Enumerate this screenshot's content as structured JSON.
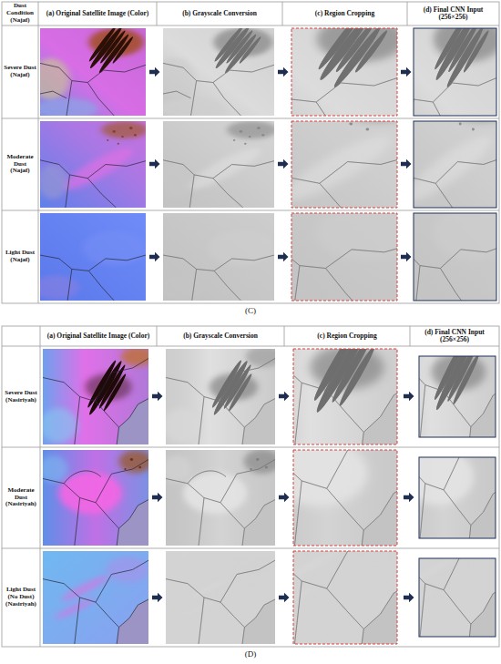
{
  "diagram": {
    "nodes": [
      {
        "text": [
          "Dust Condition (Najaf)"
        ]
      },
      {
        "text": [
          "(a) Original Satellite Image (Color)"
        ]
      },
      {
        "text": [
          "(b) Grayscale Conversion"
        ]
      },
      {
        "text": [
          "(c) Region Cropping"
        ]
      },
      {
        "text": [
          "(d) Final CNN Input (256×256)"
        ]
      },
      {
        "text": [
          "Severe Dust (Najaf)"
        ]
      },
      {
        "text": [
          "Moderate Dust (Najaf)"
        ]
      },
      {
        "text": [
          "Light Dust (Najaf)"
        ]
      },
      {
        "text": [
          "(a) Original Satellite Image (Color)"
        ]
      },
      {
        "text": [
          "(b) Grayscale Conversion"
        ]
      },
      {
        "text": [
          "(c) Region Cropping"
        ]
      },
      {
        "text": [
          "(d) Final CNN Input (256×256)"
        ]
      },
      {
        "text": [
          "Severe Dust (Nasiriyah)"
        ]
      },
      {
        "text": [
          "Moderate Dust (Nasiriyah)"
        ]
      },
      {
        "text": [
          "Light Dust (No Dust) (Nasiriyah)"
        ]
      }
    ],
    "labels": [
      "(C)",
      "(D)"
    ]
  }
}
